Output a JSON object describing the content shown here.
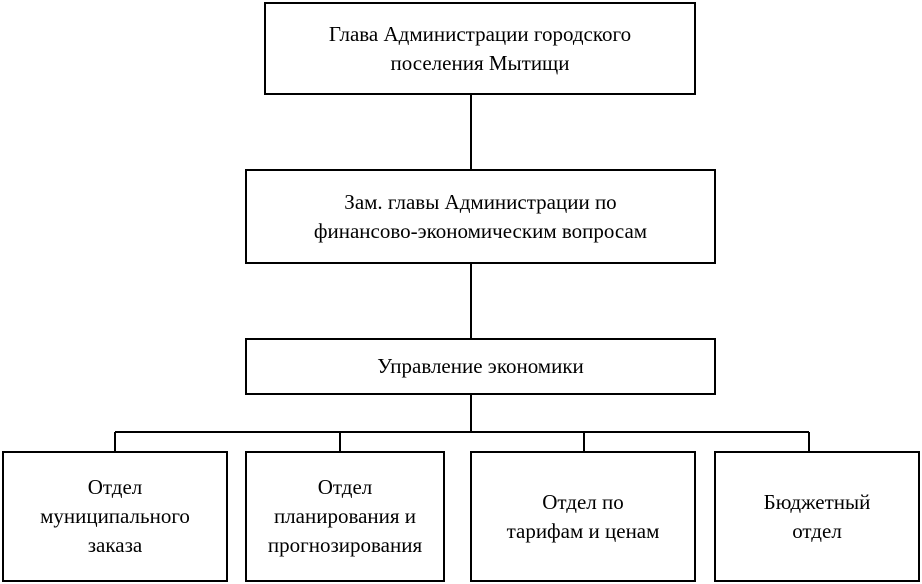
{
  "diagram": {
    "head": {
      "label": "Глава Администрации городского\nпоселения Мытищи"
    },
    "deputy": {
      "label": "Зам. главы Администрации по\nфинансово-экономическим вопросам"
    },
    "department": {
      "label": "Управление экономики"
    },
    "units": [
      {
        "label": "Отдел\nмуниципального\nзаказа"
      },
      {
        "label": "Отдел\nпланирования и\nпрогнозирования"
      },
      {
        "label": "Отдел по\nтарифам и ценам"
      },
      {
        "label": "Бюджетный\nотдел"
      }
    ]
  }
}
